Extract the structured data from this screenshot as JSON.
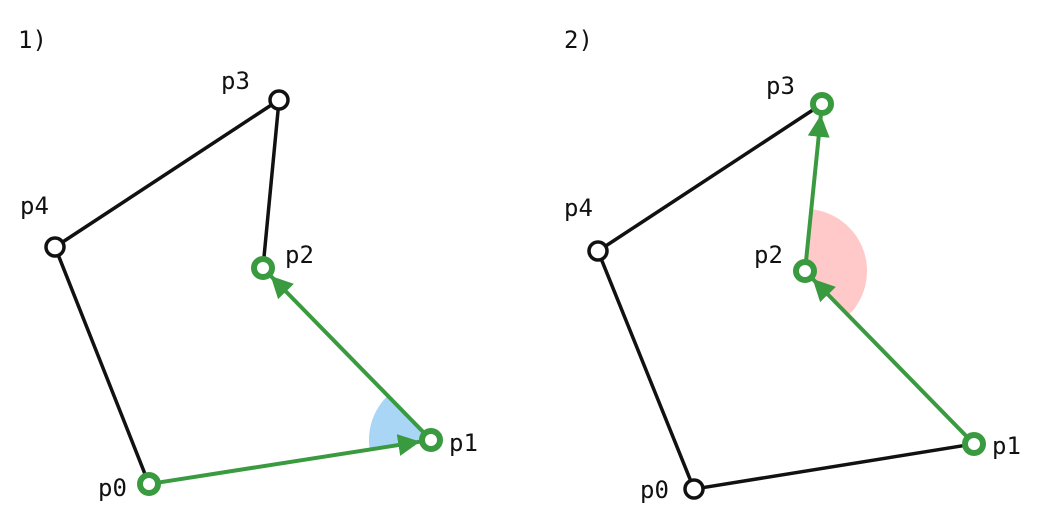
{
  "colors": {
    "edge": "#111111",
    "highlight": "#3a9a3f",
    "angle_ccw": "#a9d6f5",
    "angle_cw": "#ffc9c9",
    "vertex_fill": "#ffffff"
  },
  "panels": [
    {
      "id": "1",
      "label": "1)",
      "points": [
        {
          "name": "p0",
          "label": "p0",
          "state": "active"
        },
        {
          "name": "p1",
          "label": "p1",
          "state": "active"
        },
        {
          "name": "p2",
          "label": "p2",
          "state": "active"
        },
        {
          "name": "p3",
          "label": "p3",
          "state": "normal"
        },
        {
          "name": "p4",
          "label": "p4",
          "state": "normal"
        }
      ],
      "edges": [
        {
          "from": "p0",
          "to": "p1",
          "style": "arrow"
        },
        {
          "from": "p1",
          "to": "p2",
          "style": "arrow"
        },
        {
          "from": "p2",
          "to": "p3",
          "style": "line"
        },
        {
          "from": "p3",
          "to": "p4",
          "style": "line"
        },
        {
          "from": "p4",
          "to": "p0",
          "style": "line"
        }
      ],
      "angle_marker": {
        "at": "p1",
        "color_key": "angle_ccw"
      }
    },
    {
      "id": "2",
      "label": "2)",
      "points": [
        {
          "name": "p0",
          "label": "p0",
          "state": "normal"
        },
        {
          "name": "p1",
          "label": "p1",
          "state": "active"
        },
        {
          "name": "p2",
          "label": "p2",
          "state": "active"
        },
        {
          "name": "p3",
          "label": "p3",
          "state": "active"
        },
        {
          "name": "p4",
          "label": "p4",
          "state": "normal"
        }
      ],
      "edges": [
        {
          "from": "p0",
          "to": "p1",
          "style": "line"
        },
        {
          "from": "p1",
          "to": "p2",
          "style": "arrow"
        },
        {
          "from": "p2",
          "to": "p3",
          "style": "arrow"
        },
        {
          "from": "p3",
          "to": "p4",
          "style": "line"
        },
        {
          "from": "p4",
          "to": "p0",
          "style": "line"
        }
      ],
      "angle_marker": {
        "at": "p2",
        "color_key": "angle_cw"
      }
    }
  ]
}
